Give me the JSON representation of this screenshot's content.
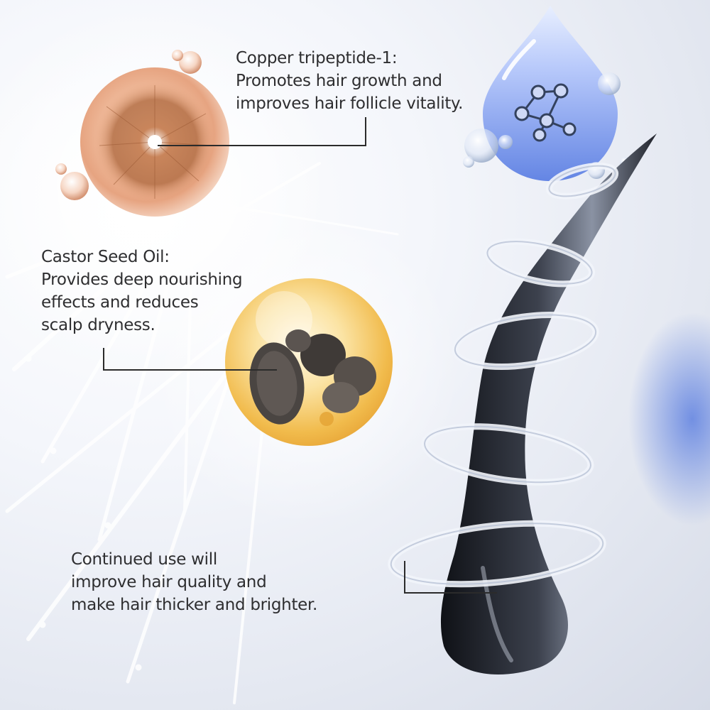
{
  "captions": {
    "copper": {
      "line1": "Copper tripeptide-1:",
      "line2": "Promotes hair growth and",
      "line3": "improves hair follicle vitality."
    },
    "castor": {
      "line1": "Castor Seed Oil:",
      "line2": "Provides deep nourishing",
      "line3": "effects and reduces",
      "line4": "scalp dryness."
    },
    "continued": {
      "line1": "Continued use will",
      "line2": "improve hair quality and",
      "line3": "make hair thicker and brighter."
    }
  },
  "colors": {
    "background": "#eef1f7",
    "text": "#2e2e30",
    "copper_sphere": "#e9a57f",
    "castor_sphere": "#f3c35a",
    "water_drop": "#6c8de6",
    "hair_strand": "#1f2128",
    "leader_line": "#2b2b2b"
  },
  "icons": [
    "copper-sphere",
    "castor-oil-sphere",
    "molecule-water-drop",
    "hair-strand-with-spiral"
  ]
}
